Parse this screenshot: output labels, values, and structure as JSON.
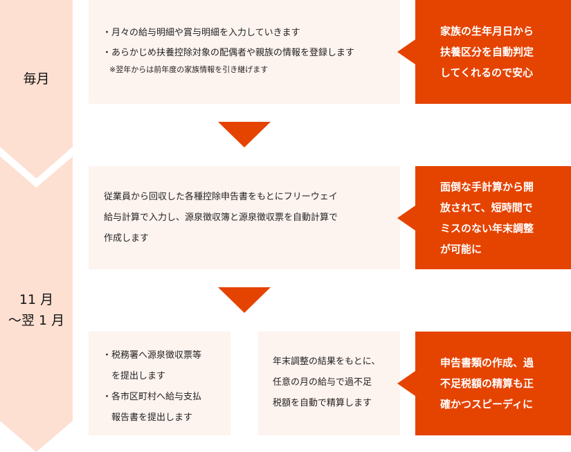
{
  "periods": {
    "monthly": "毎月",
    "year_end_line1": "11 月",
    "year_end_line2": "～翌 1 月"
  },
  "step1": {
    "items": [
      "・月々の給与明細や賞与明細を入力していきます",
      "・あらかじめ扶養控除対象の配偶者や親族の情報を登録します"
    ],
    "note": "※翌年からは前年度の家族情報を引き継げます",
    "benefit": [
      "家族の生年月日から",
      "扶養区分を自動判定",
      "してくれるので安心"
    ]
  },
  "step2": {
    "lines": [
      "従業員から回収した各種控除申告書をもとにフリーウェイ",
      "給与計算で入力し、源泉徴収簿と源泉徴収票を自動計算で",
      "作成します"
    ],
    "benefit": [
      "面倒な手計算から開",
      "放されて、短時間で",
      "ミスのない年末調整",
      "が可能に"
    ]
  },
  "step3": {
    "left_lines": [
      "・税務署へ源泉徴収票等",
      "を提出します",
      "・各市区町村へ給与支払",
      "報告書を提出します"
    ],
    "middle_lines": [
      "年末調整の結果をもとに、",
      "任意の月の給与で過不足",
      "税額を自動で精算します"
    ],
    "benefit": [
      "申告書類の作成、過",
      "不足税額の精算も正",
      "確かつスピーディに"
    ]
  },
  "colors": {
    "accent": "#e54300",
    "band": "#fde0d2",
    "box": "#fdf3ef"
  }
}
